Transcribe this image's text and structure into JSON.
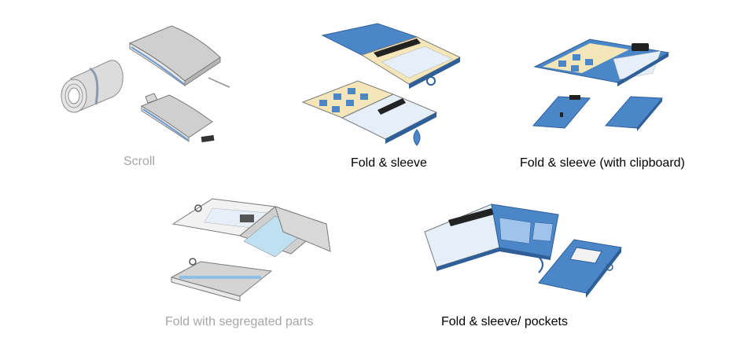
{
  "captions": {
    "scroll": "Scroll",
    "fold_sleeve": "Fold & sleeve",
    "fold_sleeve_clipboard": "Fold & sleeve (with clipboard)",
    "fold_segregated": "Fold with segregated parts",
    "fold_sleeve_pockets": "Fold & sleeve/ pockets"
  },
  "colors": {
    "grey_caption": "#a6a6a6",
    "black_caption": "#000000",
    "folder_blue": "#4a86c8",
    "folder_blue_dark": "#2f5f99",
    "grey_book": "#c8c8c8",
    "page_cream": "#f4e6b8"
  }
}
